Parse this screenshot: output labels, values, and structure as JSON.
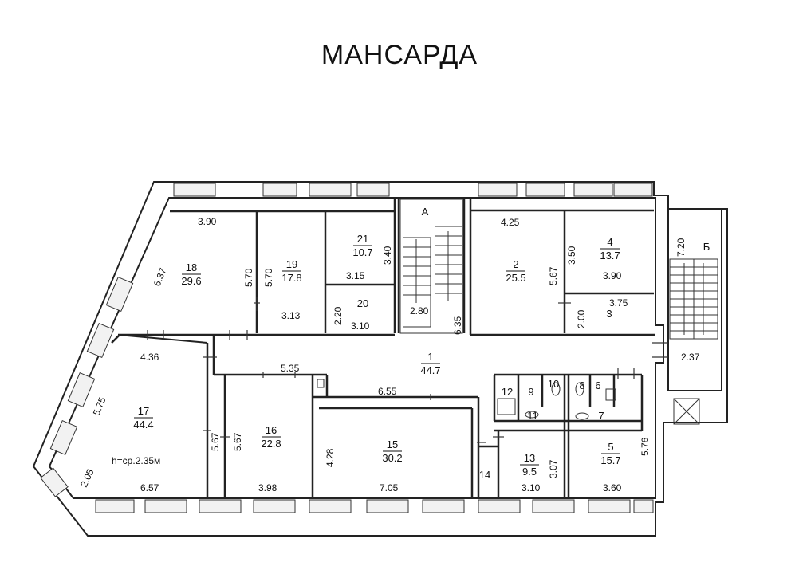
{
  "title": "МАНСАРДА",
  "stair_labels": {
    "a": "А",
    "b": "Б"
  },
  "height_note": "h=ср.2.35м",
  "rooms": [
    {
      "id": "1",
      "number": "1",
      "area": "44.7"
    },
    {
      "id": "2",
      "number": "2",
      "area": "25.5"
    },
    {
      "id": "3",
      "number": "3",
      "area": ""
    },
    {
      "id": "4",
      "number": "4",
      "area": "13.7"
    },
    {
      "id": "5",
      "number": "5",
      "area": "15.7"
    },
    {
      "id": "6",
      "number": "6",
      "area": ""
    },
    {
      "id": "7",
      "number": "7",
      "area": ""
    },
    {
      "id": "8",
      "number": "8",
      "area": ""
    },
    {
      "id": "9",
      "number": "9",
      "area": ""
    },
    {
      "id": "10",
      "number": "10",
      "area": ""
    },
    {
      "id": "11",
      "number": "11",
      "area": ""
    },
    {
      "id": "12",
      "number": "12",
      "area": ""
    },
    {
      "id": "13",
      "number": "13",
      "area": "9.5"
    },
    {
      "id": "14",
      "number": "14",
      "area": ""
    },
    {
      "id": "15",
      "number": "15",
      "area": "30.2"
    },
    {
      "id": "16",
      "number": "16",
      "area": "22.8"
    },
    {
      "id": "17",
      "number": "17",
      "area": "44.4"
    },
    {
      "id": "18",
      "number": "18",
      "area": "29.6"
    },
    {
      "id": "19",
      "number": "19",
      "area": "17.8"
    },
    {
      "id": "20",
      "number": "20",
      "area": ""
    },
    {
      "id": "21",
      "number": "21",
      "area": "10.7"
    }
  ],
  "dimensions": [
    {
      "id": "d-3-90-top",
      "text": "3.90"
    },
    {
      "id": "d-6-37",
      "text": "6.37"
    },
    {
      "id": "d-5-70-a",
      "text": "5.70"
    },
    {
      "id": "d-5-70-b",
      "text": "5.70"
    },
    {
      "id": "d-3-13",
      "text": "3.13"
    },
    {
      "id": "d-3-40",
      "text": "3.40"
    },
    {
      "id": "d-3-15",
      "text": "3.15"
    },
    {
      "id": "d-2-20",
      "text": "2.20"
    },
    {
      "id": "d-3-10-mid",
      "text": "3.10"
    },
    {
      "id": "d-2-80",
      "text": "2.80"
    },
    {
      "id": "d-6-35",
      "text": "6.35"
    },
    {
      "id": "d-4-25",
      "text": "4.25"
    },
    {
      "id": "d-5-67-r2",
      "text": "5.67"
    },
    {
      "id": "d-3-50",
      "text": "3.50"
    },
    {
      "id": "d-3-90-r4",
      "text": "3.90"
    },
    {
      "id": "d-2-00",
      "text": "2.00"
    },
    {
      "id": "d-3-75",
      "text": "3.75"
    },
    {
      "id": "d-7-20",
      "text": "7.20"
    },
    {
      "id": "d-2-37",
      "text": "2.37"
    },
    {
      "id": "d-4-36",
      "text": "4.36"
    },
    {
      "id": "d-5-35",
      "text": "5.35"
    },
    {
      "id": "d-6-55",
      "text": "6.55"
    },
    {
      "id": "d-5-75",
      "text": "5.75"
    },
    {
      "id": "d-5-67-r17",
      "text": "5.67"
    },
    {
      "id": "d-5-67-r16",
      "text": "5.67"
    },
    {
      "id": "d-4-28",
      "text": "4.28"
    },
    {
      "id": "d-3-07",
      "text": "3.07"
    },
    {
      "id": "d-5-76",
      "text": "5.76"
    },
    {
      "id": "d-2-05",
      "text": "2.05"
    },
    {
      "id": "d-6-57",
      "text": "6.57"
    },
    {
      "id": "d-3-98",
      "text": "3.98"
    },
    {
      "id": "d-7-05",
      "text": "7.05"
    },
    {
      "id": "d-3-10-bot",
      "text": "3.10"
    },
    {
      "id": "d-3-60",
      "text": "3.60"
    }
  ]
}
